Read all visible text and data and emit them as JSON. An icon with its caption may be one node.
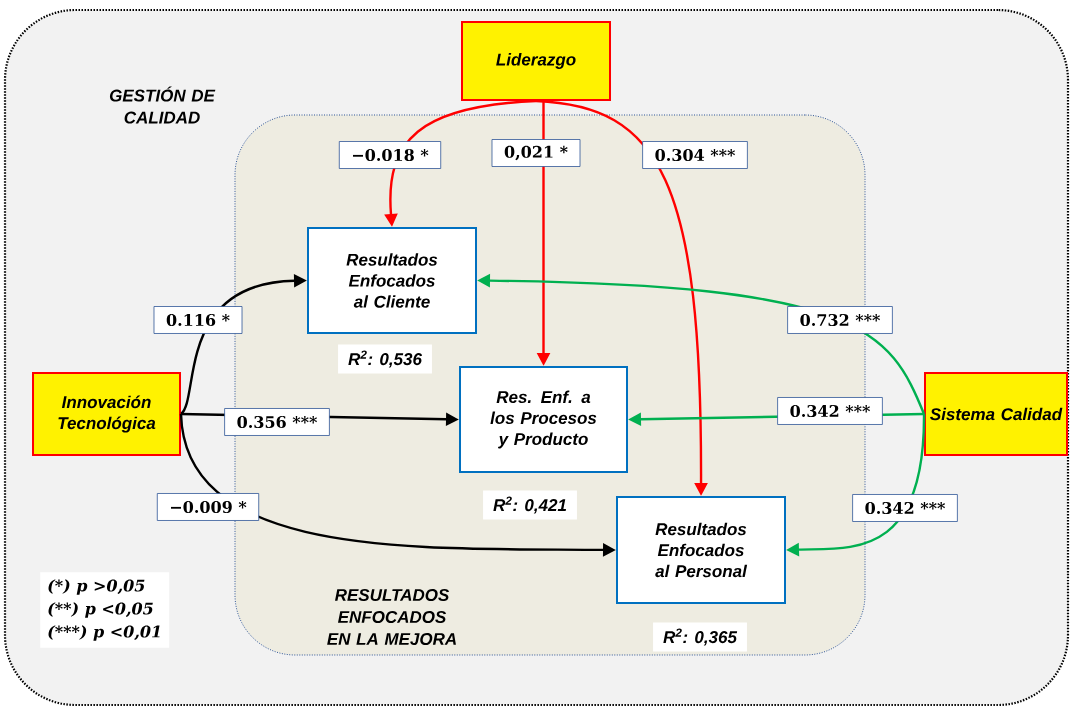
{
  "diagram": {
    "nodes": [
      {
        "text": [
          "GESTIÓN DE CALIDAD"
        ]
      },
      {
        "text": [
          "RESULTADOS ENFOCADOS EN LA MEJORA"
        ],
        "in": 0
      },
      {
        "text": [
          "Liderazgo"
        ],
        "in": 0
      },
      {
        "text": [
          "Resultados Enfocados al Cliente"
        ],
        "in": 1,
        "beside": [
          "R$^{2}$: 0,536"
        ]
      },
      {
        "text": [
          "Res. Enf. a los Procesos y Producto"
        ],
        "in": 1,
        "beside": [
          "R$^{2}$: 0,421"
        ]
      },
      {
        "text": [
          "Resultados Enfocados al Personal"
        ],
        "in": 1,
        "beside": [
          "R$^{2}$: 0,365"
        ]
      },
      {
        "text": [
          "Innovación Tecnológica"
        ],
        "in": 0
      },
      {
        "text": [
          "Sistema Calidad"
        ],
        "in": 0
      }
    ],
    "edges": [
      {
        "from": 2,
        "to": 3,
        "arrow": "to",
        "label": "−0.018 *",
        "color": "#ff0000"
      },
      {
        "from": 2,
        "to": 4,
        "arrow": "to",
        "label": "0,021 *",
        "color": "#ff0000"
      },
      {
        "from": 2,
        "to": 5,
        "arrow": "to",
        "label": "0.304 ***",
        "color": "#ff0000"
      },
      {
        "from": 6,
        "to": 3,
        "arrow": "to",
        "label": "0.116 *",
        "color": "#000000"
      },
      {
        "from": 6,
        "to": 4,
        "arrow": "to",
        "label": "0.356 ***",
        "color": "#000000"
      },
      {
        "from": 6,
        "to": 5,
        "arrow": "to",
        "label": "−0.009 *",
        "color": "#000000"
      },
      {
        "from": 7,
        "to": 3,
        "arrow": "to",
        "label": "0.732 ***",
        "color": "#00b050"
      },
      {
        "from": 7,
        "to": 4,
        "arrow": "to",
        "label": "0.342 ***",
        "color": "#00b050"
      },
      {
        "from": 7,
        "to": 5,
        "arrow": "to",
        "label": "0.342 ***",
        "color": "#00b050"
      }
    ],
    "labels": [
      "(*) p >0,05",
      "(**) p <0,05",
      "(***) p <0,01"
    ]
  }
}
